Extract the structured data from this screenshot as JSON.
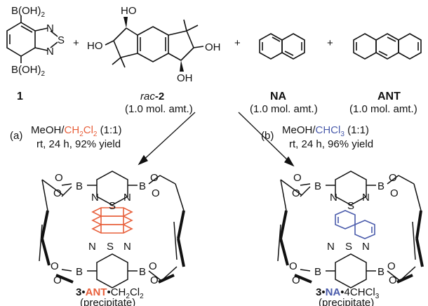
{
  "colors": {
    "red": "#e8603c",
    "blue": "#4a5bab",
    "ink": "#111111"
  },
  "reactants": {
    "compound1": {
      "boronic_top": "B(OH)",
      "boronic_bottom": "B(OH)",
      "boronic_sub": "2",
      "atom_n_top": "N",
      "atom_n_bottom": "N",
      "atom_s": "S",
      "number": "1"
    },
    "plus_signs": [
      "+",
      "+",
      "+"
    ],
    "compound2": {
      "ho_top": "HO",
      "ho_left": "HO",
      "oh_right": "OH",
      "oh_bottom": "OH",
      "label_italic": "rac",
      "label_num": "-2",
      "amount": "(1.0 mol. amt.)"
    },
    "na": {
      "label": "NA",
      "amount": "(1.0 mol. amt.)"
    },
    "ant": {
      "label": "ANT",
      "amount": "(1.0 mol. amt.)"
    }
  },
  "conditions": {
    "a": {
      "letter": "(a)",
      "solvent_prefix": "MeOH/",
      "solvent_colored": "CH",
      "solvent_c1": "2",
      "solvent_cl": "Cl",
      "solvent_c2": "2",
      "ratio": " (1:1)",
      "details": "rt, 24 h, 92% yield"
    },
    "b": {
      "letter": "(b)",
      "solvent_prefix": "MeOH/",
      "solvent_colored": "CHCl",
      "solvent_sub": "3",
      "ratio": " (1:1)",
      "details": "rt, 24 h, 96% yield"
    }
  },
  "products": {
    "left": {
      "num": "3",
      "dot1": "•",
      "guest": "ANT",
      "dot2": "•",
      "solv": "CH",
      "solv_sub1": "2",
      "solv_cl": "Cl",
      "solv_sub2": "2",
      "state": "(precipitate)"
    },
    "right": {
      "num": "3",
      "dot1": "•",
      "guest": "NA",
      "dot2": "•",
      "solv": "4CHCl",
      "solv_sub": "3",
      "state": "(precipitate)"
    },
    "cage_atoms": {
      "o": "O",
      "b": "B",
      "n": "N",
      "s": "S"
    }
  }
}
